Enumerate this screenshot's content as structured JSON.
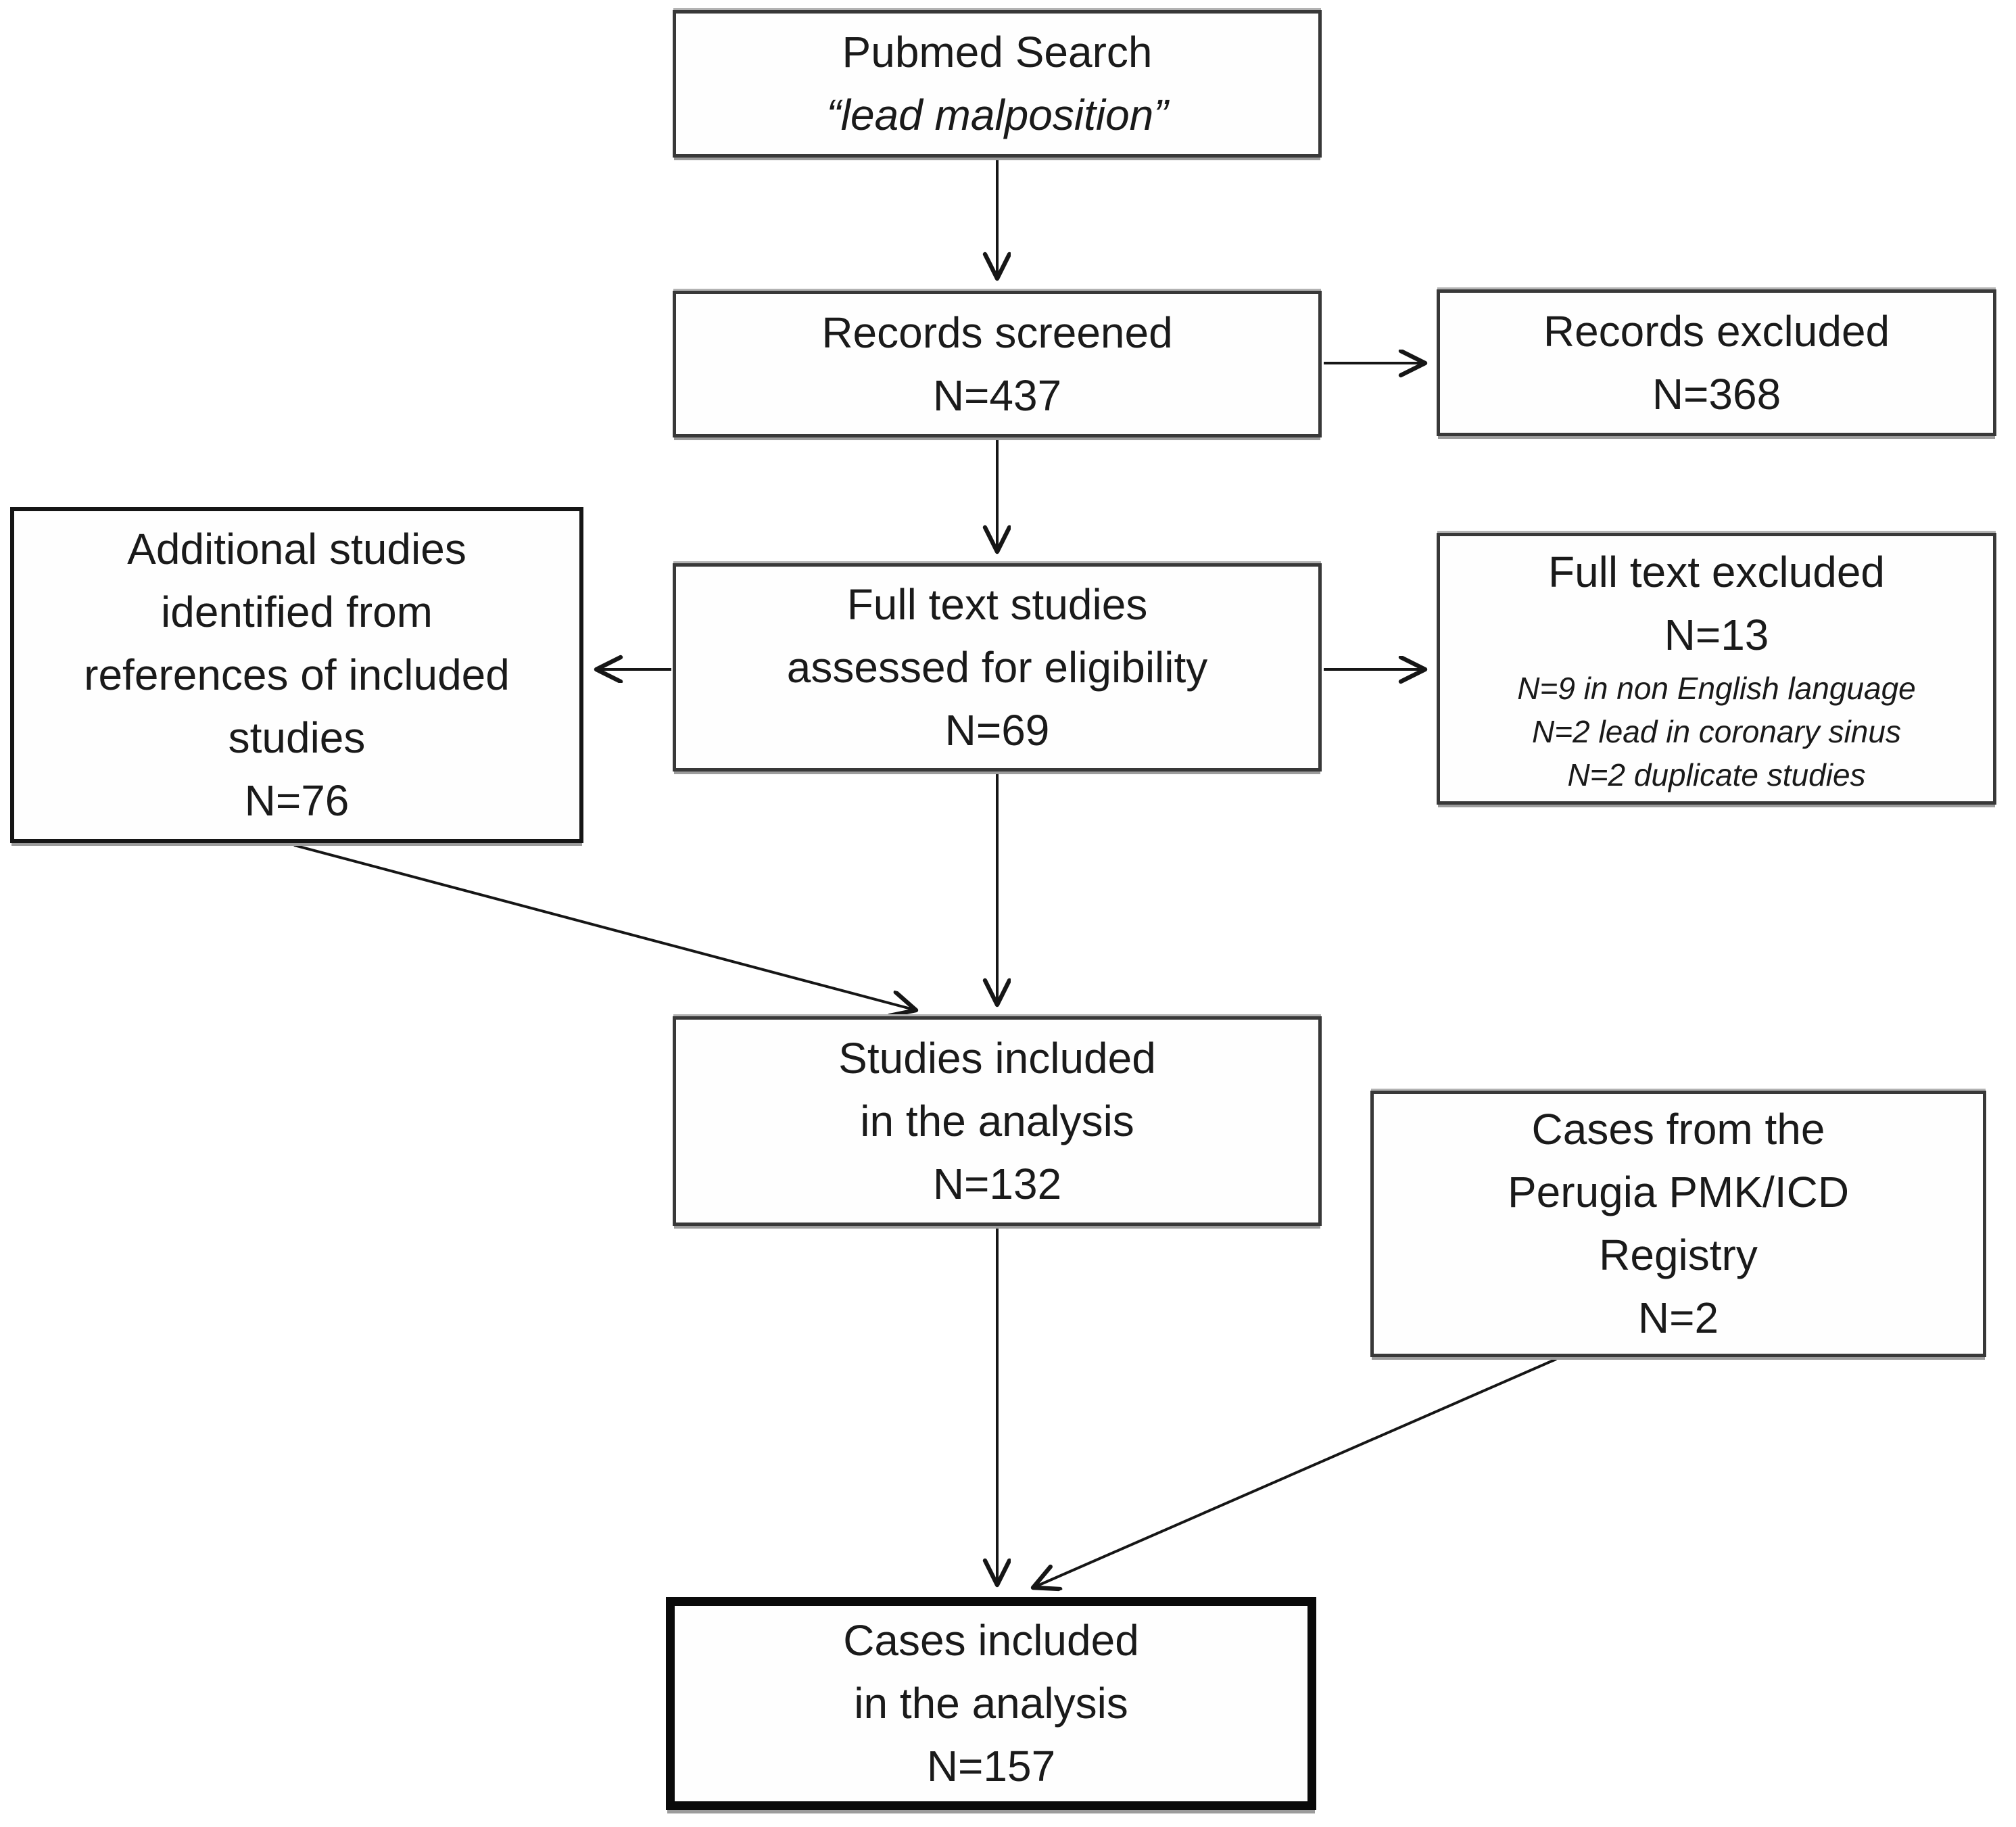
{
  "figure": {
    "type": "flowchart",
    "description": "Study selection flow diagram for a systematic review of lead malposition cases"
  },
  "boxes": {
    "pubmed": {
      "lines": [
        "Pubmed Search",
        "“lead malposition”"
      ]
    },
    "records_screened": {
      "lines": [
        "Records screened",
        "N=437"
      ]
    },
    "records_excluded": {
      "lines": [
        "Records excluded",
        "N=368"
      ]
    },
    "full_text_assessed": {
      "lines": [
        "Full text studies",
        "assessed for eligibility",
        "N=69"
      ]
    },
    "full_text_excluded": {
      "lines": [
        "Full text excluded",
        "N=13"
      ],
      "reasons": [
        "N=9 in non English language",
        "N=2 lead in coronary sinus",
        "N=2 duplicate studies"
      ]
    },
    "additional_studies": {
      "lines": [
        "Additional studies",
        "identified from",
        "references of included",
        "studies",
        "N=76"
      ]
    },
    "studies_included": {
      "lines": [
        "Studies included",
        "in the analysis",
        "N=132"
      ]
    },
    "perugia_registry": {
      "lines": [
        "Cases from the",
        "Perugia PMK/ICD",
        "Registry",
        "N=2"
      ]
    },
    "cases_included": {
      "lines": [
        "Cases included",
        "in the analysis",
        "N=157"
      ]
    }
  },
  "flow": [
    {
      "from": "pubmed",
      "to": "records_screened"
    },
    {
      "from": "records_screened",
      "to": "records_excluded"
    },
    {
      "from": "records_screened",
      "to": "full_text_assessed"
    },
    {
      "from": "full_text_assessed",
      "to": "additional_studies"
    },
    {
      "from": "full_text_assessed",
      "to": "full_text_excluded"
    },
    {
      "from": "full_text_assessed",
      "to": "studies_included"
    },
    {
      "from": "additional_studies",
      "to": "studies_included"
    },
    {
      "from": "studies_included",
      "to": "cases_included"
    },
    {
      "from": "perugia_registry",
      "to": "cases_included"
    }
  ],
  "colors": {
    "background": "#ffffff",
    "text": "#1a1a1a",
    "box_border": "#383838",
    "heavy_border": "#0a0a0a",
    "shadow": "#9c9c9c",
    "arrow": "#161616"
  }
}
